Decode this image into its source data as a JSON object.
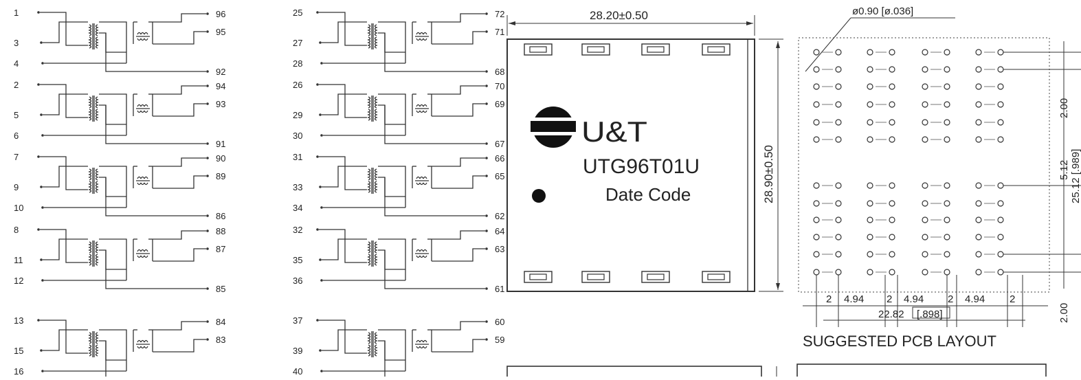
{
  "schematic": {
    "left_groups": [
      {
        "in": [
          "1",
          "3",
          "4"
        ],
        "out": [
          "96",
          "95",
          "92"
        ]
      },
      {
        "in": [
          "2",
          "5",
          "6"
        ],
        "out": [
          "94",
          "93",
          "91"
        ]
      },
      {
        "in": [
          "7",
          "9",
          "10"
        ],
        "out": [
          "90",
          "89",
          "86"
        ]
      },
      {
        "in": [
          "8",
          "11",
          "12"
        ],
        "out": [
          "88",
          "87",
          "85"
        ]
      },
      {
        "in": [
          "13",
          "15",
          "16"
        ],
        "out": [
          "84",
          "83",
          ""
        ]
      }
    ],
    "right_groups": [
      {
        "in": [
          "25",
          "27",
          "28"
        ],
        "out": [
          "72",
          "71",
          "68"
        ]
      },
      {
        "in": [
          "26",
          "29",
          "30"
        ],
        "out": [
          "70",
          "69",
          "67"
        ]
      },
      {
        "in": [
          "31",
          "33",
          "34"
        ],
        "out": [
          "66",
          "65",
          "62"
        ]
      },
      {
        "in": [
          "32",
          "35",
          "36"
        ],
        "out": [
          "64",
          "63",
          "61"
        ]
      },
      {
        "in": [
          "37",
          "39",
          "40"
        ],
        "out": [
          "60",
          "59",
          ""
        ]
      }
    ]
  },
  "package": {
    "width_dim": "28.20±0.50",
    "height_dim": "28.90±0.50",
    "logo": "U&T",
    "part_number": "UTG96T01U",
    "date_code": "Date Code"
  },
  "pcb_layout": {
    "hole_dim": "ø0.90 [ø.036]",
    "title": "SUGGESTED PCB LAYOUT",
    "bottom_dims": [
      "2",
      "4.94",
      "2",
      "4.94",
      "2",
      "4.94",
      "2"
    ],
    "total_dim": "22.82",
    "total_dim_inch": "[.898]",
    "vertical_dims": [
      "2.00",
      "5.12",
      "25.12 [.989]",
      "2.00"
    ]
  }
}
